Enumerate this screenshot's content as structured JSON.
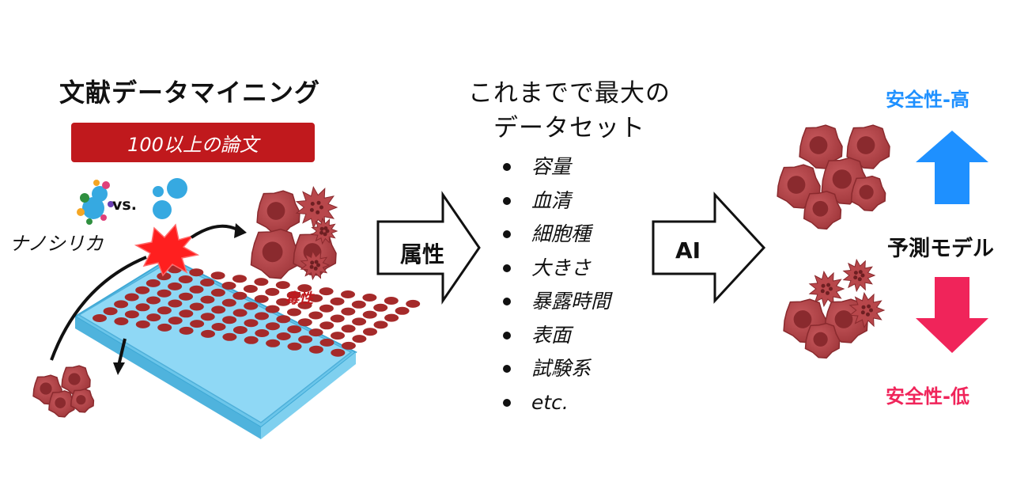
{
  "left": {
    "title": "文献データマイニング",
    "banner": "100以上の論文",
    "vs_label": "vs.",
    "nanosilica_label": "ナノシリカ",
    "toxicity_label": "毒性"
  },
  "arrows": {
    "attribute_label": "属性",
    "ai_label": "AI"
  },
  "dataset": {
    "title_line1": "これまでで最大の",
    "title_line2": "データセット",
    "items": [
      "容量",
      "血清",
      "細胞種",
      "大きさ",
      "暴露時間",
      "表面",
      "試験系",
      "etc."
    ]
  },
  "right": {
    "safety_high": "安全性-高",
    "prediction_model": "予測モデル",
    "safety_low": "安全性-低"
  },
  "colors": {
    "banner": "#c0191d",
    "cell": "#b8474b",
    "cell_nucleus": "#8a2a2e",
    "plate": "#8fd8f5",
    "well": "#a52a2a",
    "arrow_up": "#1e90ff",
    "arrow_down": "#f0245a"
  }
}
